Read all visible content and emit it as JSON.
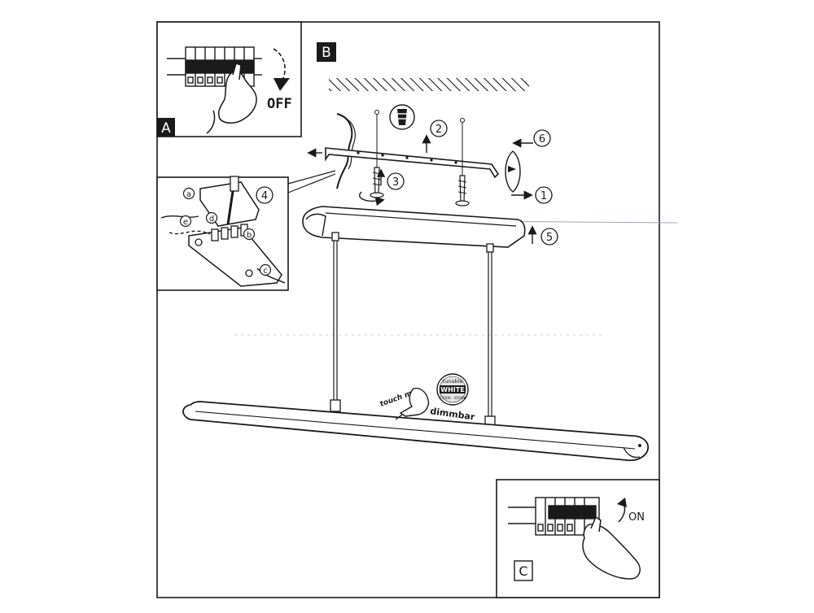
{
  "panels": {
    "a": {
      "label": "A",
      "switch_text": "OFF"
    },
    "b": {
      "label": "B"
    },
    "c": {
      "label": "C",
      "switch_text": "ON"
    }
  },
  "wiring": {
    "step": "4",
    "letters": [
      "a",
      "b",
      "c",
      "d",
      "e"
    ]
  },
  "steps": [
    "1",
    "2",
    "3",
    "5",
    "6"
  ],
  "lamp": {
    "touch_label": "touch me",
    "badge_top": "tunable",
    "badge_main": "WHITE",
    "badge_sub": "2700K - 6500K",
    "dimmable_label": "dimmbar"
  },
  "colors": {
    "ink": "#1a1a1a",
    "paper": "#ffffff",
    "faint": "#9aa6b4"
  }
}
